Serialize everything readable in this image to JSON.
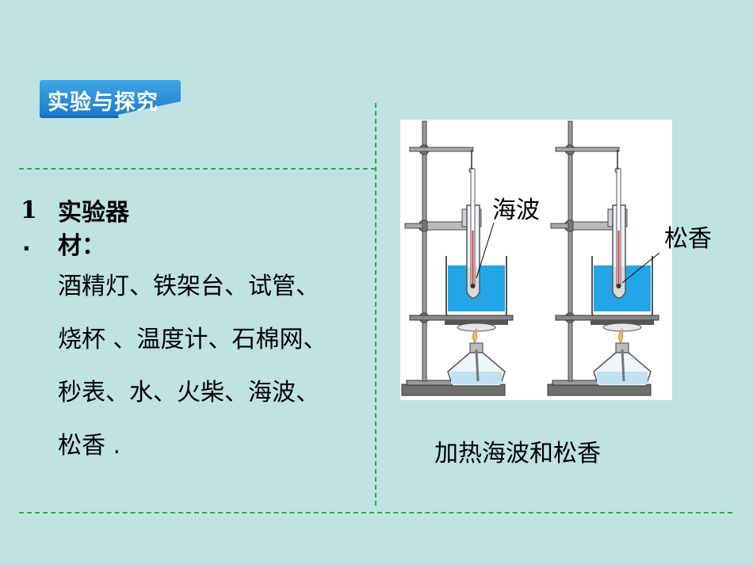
{
  "header": {
    "badge": "实验与探究"
  },
  "item": {
    "number": "1",
    "dot": ".",
    "heading": "实验器材：",
    "body": "酒精灯、铁架台、试管、烧杯 、温度计、石棉网、秒表、水、火柴、海波、松香 ."
  },
  "figure": {
    "left_label": "海波",
    "right_label": "松香",
    "caption": "加热海波和松香"
  },
  "colors": {
    "background": "#bfe2e3",
    "dashed_line": "#2fa84f",
    "badge": "#1a78c8",
    "water": "#22a6e8"
  }
}
